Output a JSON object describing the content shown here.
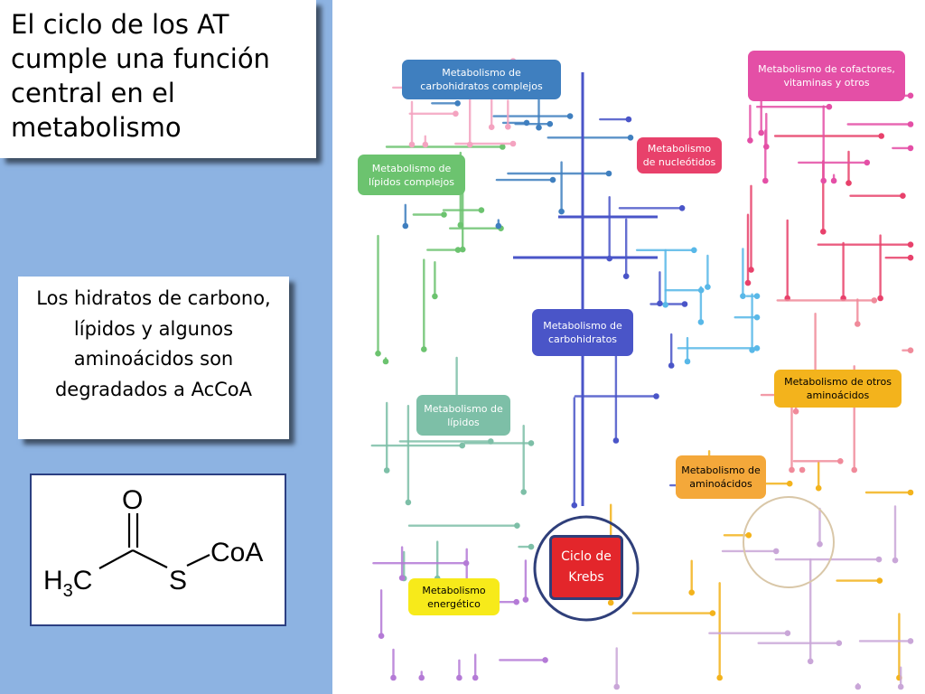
{
  "slide": {
    "title": "El ciclo de los AT cumple una función central en el metabolismo",
    "body": "Los hidratos de carbono, lípidos y algunos aminoácidos son degradados a AcCoA"
  },
  "structure": {
    "oxygen": "O",
    "methyl": "H",
    "methyl_sub": "3",
    "methyl_c": "C",
    "sulfur": "S",
    "coa": "CoA"
  },
  "pathway_map": {
    "labels": {
      "carb_complex": "Metabolismo de carbohidratos complejos",
      "cofactors": "Metabolismo de cofactores, vitaminas y otros",
      "nucleotides": "Metabolismo de nucleótidos",
      "lipids_complex": "Metabolismo de lípidos complejos",
      "carbs": "Metabolismo de carbohidratos",
      "other_amino": "Metabolismo de otros aminoácidos",
      "lipids": "Metabolismo de lípidos",
      "amino": "Metabolismo de aminoácidos",
      "krebs": "Ciclo de Krebs",
      "energy": "Metabolismo energético"
    },
    "colors": {
      "carb_complex": "#3f7fbf",
      "cofactors": "#e44fa6",
      "nucleotides": "#e8416b",
      "lipids_complex": "#6cc36f",
      "carbs": "#4a55c8",
      "other_amino": "#f3b31c",
      "lipids": "#7dbfa7",
      "amino": "#f4a83a",
      "krebs": "#e3262b",
      "energy": "#f7ea1a"
    }
  }
}
